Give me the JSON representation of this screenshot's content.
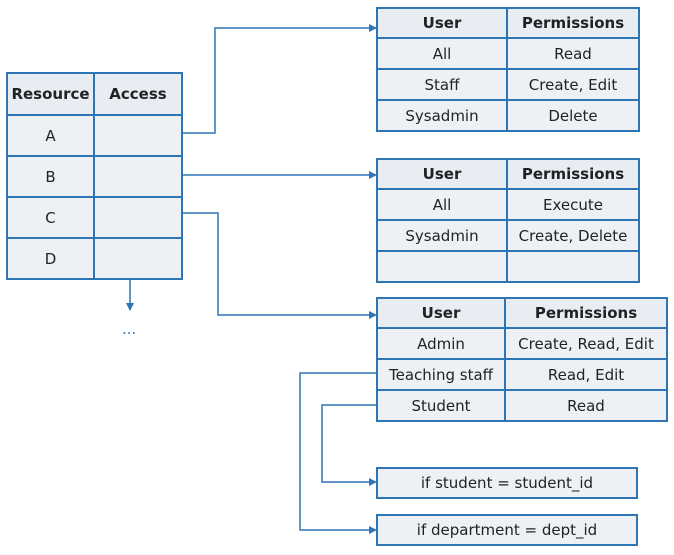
{
  "resource_table": {
    "headers": [
      "Resource",
      "Access"
    ],
    "rows": [
      {
        "resource": "A",
        "access": ""
      },
      {
        "resource": "B",
        "access": ""
      },
      {
        "resource": "C",
        "access": ""
      },
      {
        "resource": "D",
        "access": ""
      }
    ],
    "continuation": "..."
  },
  "acl_tables": [
    {
      "headers": [
        "User",
        "Permissions"
      ],
      "rows": [
        {
          "user": "All",
          "permissions": "Read"
        },
        {
          "user": "Staff",
          "permissions": "Create, Edit"
        },
        {
          "user": "Sysadmin",
          "permissions": "Delete"
        }
      ]
    },
    {
      "headers": [
        "User",
        "Permissions"
      ],
      "rows": [
        {
          "user": "All",
          "permissions": "Execute"
        },
        {
          "user": "Sysadmin",
          "permissions": "Create, Delete"
        },
        {
          "user": "",
          "permissions": ""
        }
      ]
    },
    {
      "headers": [
        "User",
        "Permissions"
      ],
      "rows": [
        {
          "user": "Admin",
          "permissions": "Create, Read, Edit"
        },
        {
          "user": "Teaching staff",
          "permissions": "Read, Edit"
        },
        {
          "user": "Student",
          "permissions": "Read"
        }
      ]
    }
  ],
  "conditions": [
    "if student = student_id",
    "if department = dept_id"
  ],
  "colors": {
    "border": "#2e75b6",
    "cell": "#edf1f6",
    "line": "#2e75b6"
  }
}
